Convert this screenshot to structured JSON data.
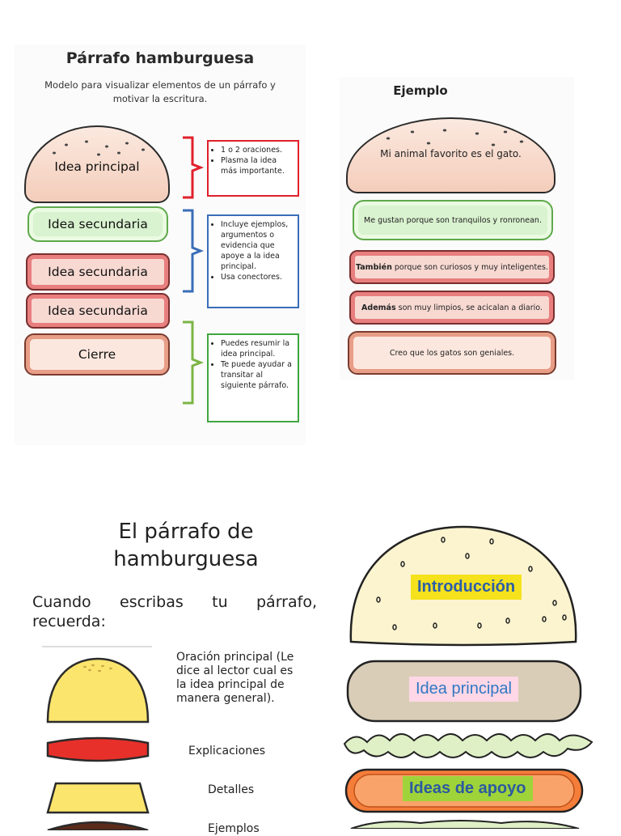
{
  "panel1": {
    "title": "Párrafo hamburguesa",
    "subtitle": "Modelo para visualizar elementos de un párrafo y motivar la escritura.",
    "layers": {
      "top_bun": "Idea principal",
      "secondary_1": "Idea secundaria",
      "secondary_2": "Idea secundaria",
      "secondary_3": "Idea secundaria",
      "bottom_bun": "Cierre"
    },
    "boxes": {
      "red": {
        "color": "#e0202a",
        "items": [
          "1 o 2 oraciones.",
          "Plasma la idea más importante."
        ]
      },
      "blue": {
        "color": "#3a6db8",
        "items": [
          "Incluye ejemplos, argumentos o evidencia que apoye a la idea principal.",
          "Usa conectores."
        ]
      },
      "green": {
        "color": "#3fa63f",
        "items": [
          "Puedes resumir la idea principal.",
          "Te puede ayudar a transitar al siguiente párrafo."
        ]
      }
    }
  },
  "panel2": {
    "title": "Ejemplo",
    "top_bun": "Mi animal favorito es el gato.",
    "lettuce": "Me gustan porque son tranquilos y ronronean.",
    "meat1_bold": "También",
    "meat1_rest": " porque son curiosos y muy inteligentes.",
    "meat2_bold": "Además",
    "meat2_rest": " son muy limpios, se acicalan a diario.",
    "bottom_bun": "Creo que los gatos son geniales."
  },
  "panel3": {
    "title_line1": "El párrafo de",
    "title_line2": "hamburguesa",
    "remember_line1": "Cuando escribas tu párrafo,",
    "remember_line2": "recuerda:",
    "items": [
      {
        "label": "Oración principal (Le dice al lector cual es la idea principal de manera general)."
      },
      {
        "label": "Explicaciones"
      },
      {
        "label": "Detalles"
      },
      {
        "label": "Ejemplos"
      }
    ]
  },
  "panel4": {
    "tags": {
      "intro": "Introducción",
      "main": "Idea principal",
      "support": "Ideas de apoyo"
    },
    "colors": {
      "intro_bg": "#f5e11c",
      "intro_fg": "#2c5fa8",
      "main_bg": "#ffd7e6",
      "main_fg": "#2f78c4",
      "support_bg": "#9fd33a",
      "support_fg": "#2b5aa0"
    }
  }
}
